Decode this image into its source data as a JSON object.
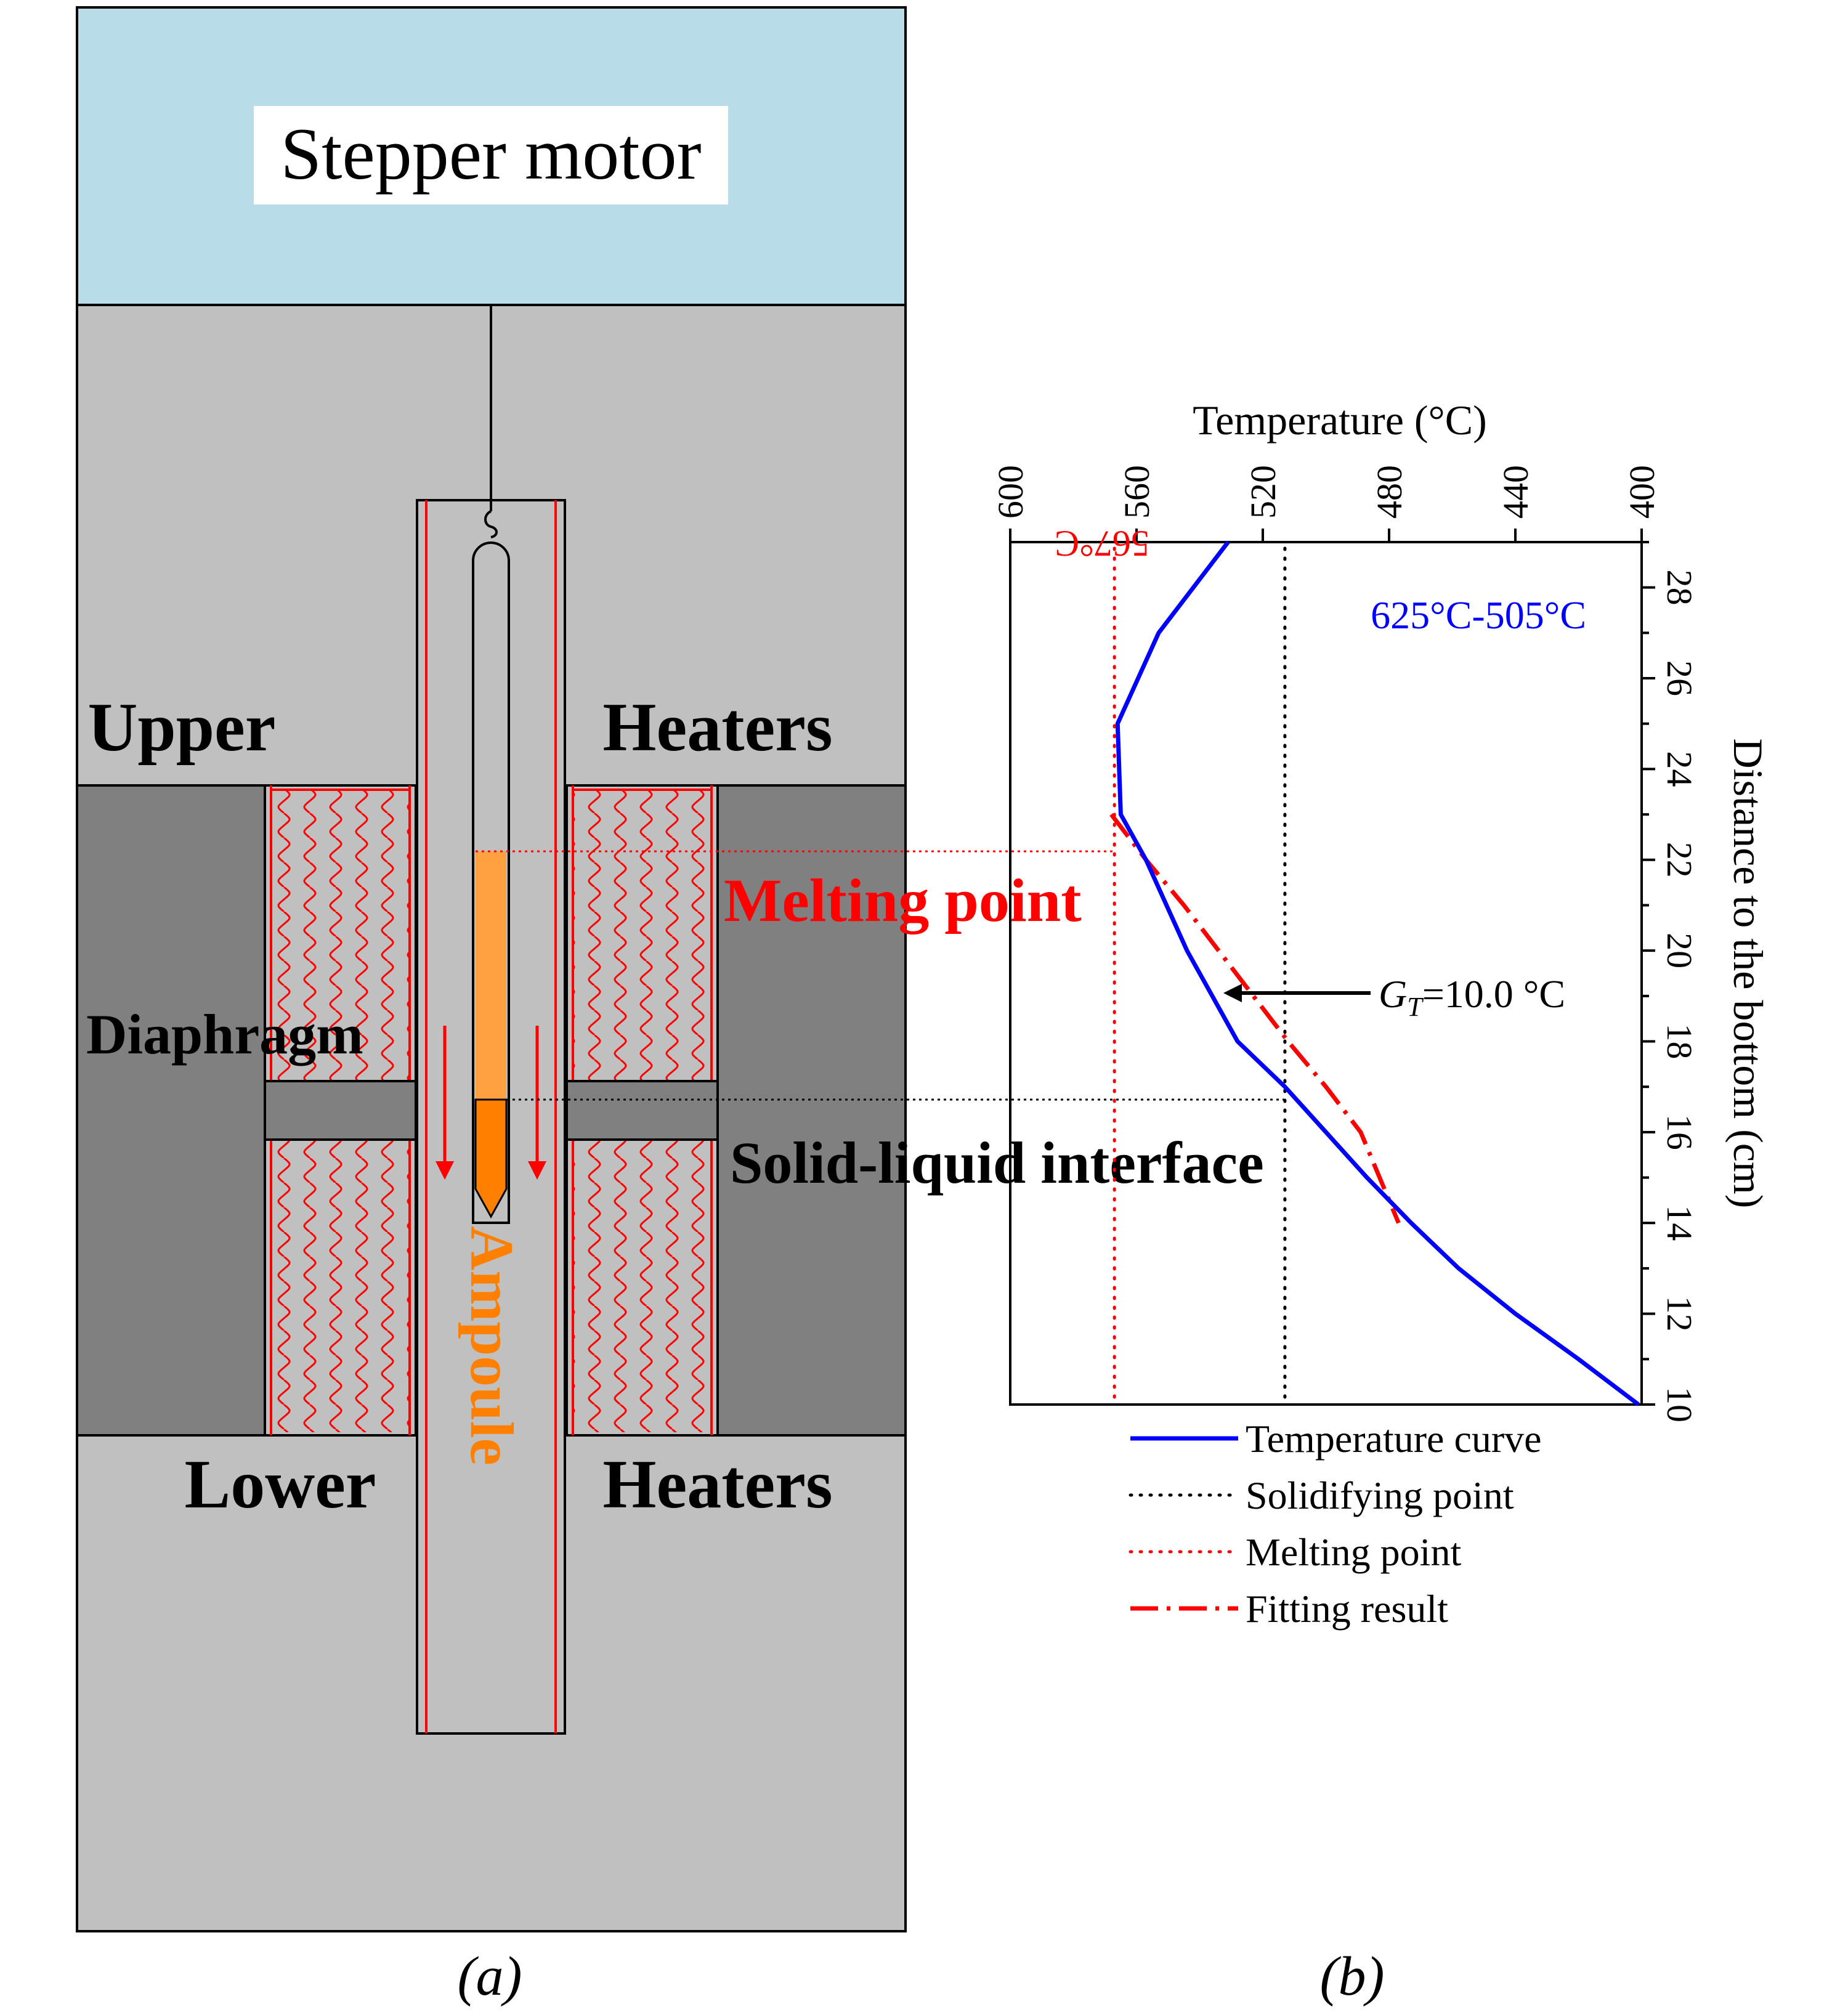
{
  "colors": {
    "motor": "#b9dde8",
    "chamber": "#c0c0c0",
    "diaphragm": "#808080",
    "heater_line": "#ff0000",
    "ampoule_liquid": "#ffa040",
    "ampoule_solid": "#ff8000",
    "curve": "#0000ff",
    "solidifying": "#000000",
    "melting": "#ff0000",
    "fit": "#ff0000"
  },
  "schematic": {
    "motor_label": "Stepper motor",
    "upper_label": "Upper",
    "upper_heaters_label": "Heaters",
    "lower_label": "Lower",
    "lower_heaters_label": "Heaters",
    "diaphragm_label": "Diaphragm",
    "melting_point_label": "Melting point",
    "interface_label": "Solid-liquid interface",
    "ampoule_label": "Ampoule",
    "caption": "(a)"
  },
  "chart_data": {
    "type": "line",
    "caption": "(b)",
    "xlabel": "Temperature (°C)",
    "ylabel": "Distance to the bottom (cm)",
    "x_ticks": [
      600,
      560,
      520,
      480,
      440,
      400
    ],
    "y_ticks": [
      10,
      12,
      14,
      16,
      18,
      20,
      22,
      24,
      26,
      28
    ],
    "xlim": [
      600,
      400
    ],
    "ylim": [
      10,
      29
    ],
    "x_reversed": true,
    "range_annotation": "625°C-505°C",
    "melting_annotation": "567°C",
    "gradient_annotation": {
      "symbol": "G",
      "subscript": "T",
      "value": "=10.0 °C"
    },
    "melting_temperature": 567,
    "solidifying_temperature": 513,
    "series": [
      {
        "name": "Temperature curve",
        "style": "solid",
        "x": [
          401,
          420,
          440,
          458,
          473,
          487,
          500,
          513,
          528,
          544,
          557,
          565,
          566,
          553,
          531
        ],
        "y": [
          10,
          11,
          12,
          13,
          14,
          15,
          16,
          17,
          18,
          20,
          22,
          23,
          25,
          27,
          29
        ]
      },
      {
        "name": "Fitting result",
        "style": "dashdot",
        "x": [
          568,
          557,
          545,
          534,
          523,
          512,
          500,
          489,
          477
        ],
        "y": [
          23,
          22,
          21,
          20,
          19,
          18,
          17,
          16,
          14
        ]
      }
    ],
    "legend": [
      {
        "label": "Temperature curve",
        "style": "solid",
        "color": "#0000ff"
      },
      {
        "label": "Solidifying point",
        "style": "dotted",
        "color": "#000000"
      },
      {
        "label": "Melting point",
        "style": "dotted",
        "color": "#ff0000"
      },
      {
        "label": "Fitting result",
        "style": "dashdot",
        "color": "#ff0000"
      }
    ],
    "legend_position": "below"
  }
}
